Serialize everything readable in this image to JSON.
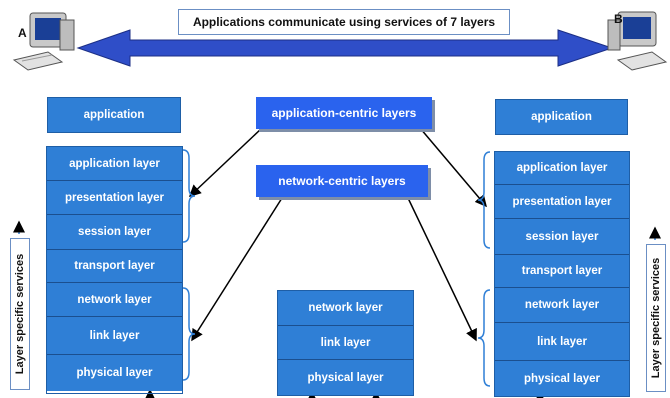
{
  "title": "Applications communicate using services of 7 layers",
  "hosts": {
    "a_label": "A",
    "b_label": "B"
  },
  "left": {
    "application": "application",
    "layers": [
      "application layer",
      "presentation layer",
      "session layer",
      "transport layer",
      "network layer",
      "link layer",
      "physical layer"
    ]
  },
  "right": {
    "application": "application",
    "layers": [
      "application layer",
      "presentation layer",
      "session layer",
      "transport layer",
      "network layer",
      "link layer",
      "physical layer"
    ]
  },
  "middle": {
    "layers": [
      "network layer",
      "link layer",
      "physical layer"
    ]
  },
  "groups": {
    "application_centric": "application-centric layers",
    "network_centric": "network-centric layers"
  },
  "side_label": "Layer specific services",
  "colors": {
    "layer_fill": "#2f7fd6",
    "centric_fill": "#2a63ee",
    "arrow": "#2f4ec8"
  },
  "icons": [
    "computer-icon-a",
    "computer-icon-b"
  ]
}
